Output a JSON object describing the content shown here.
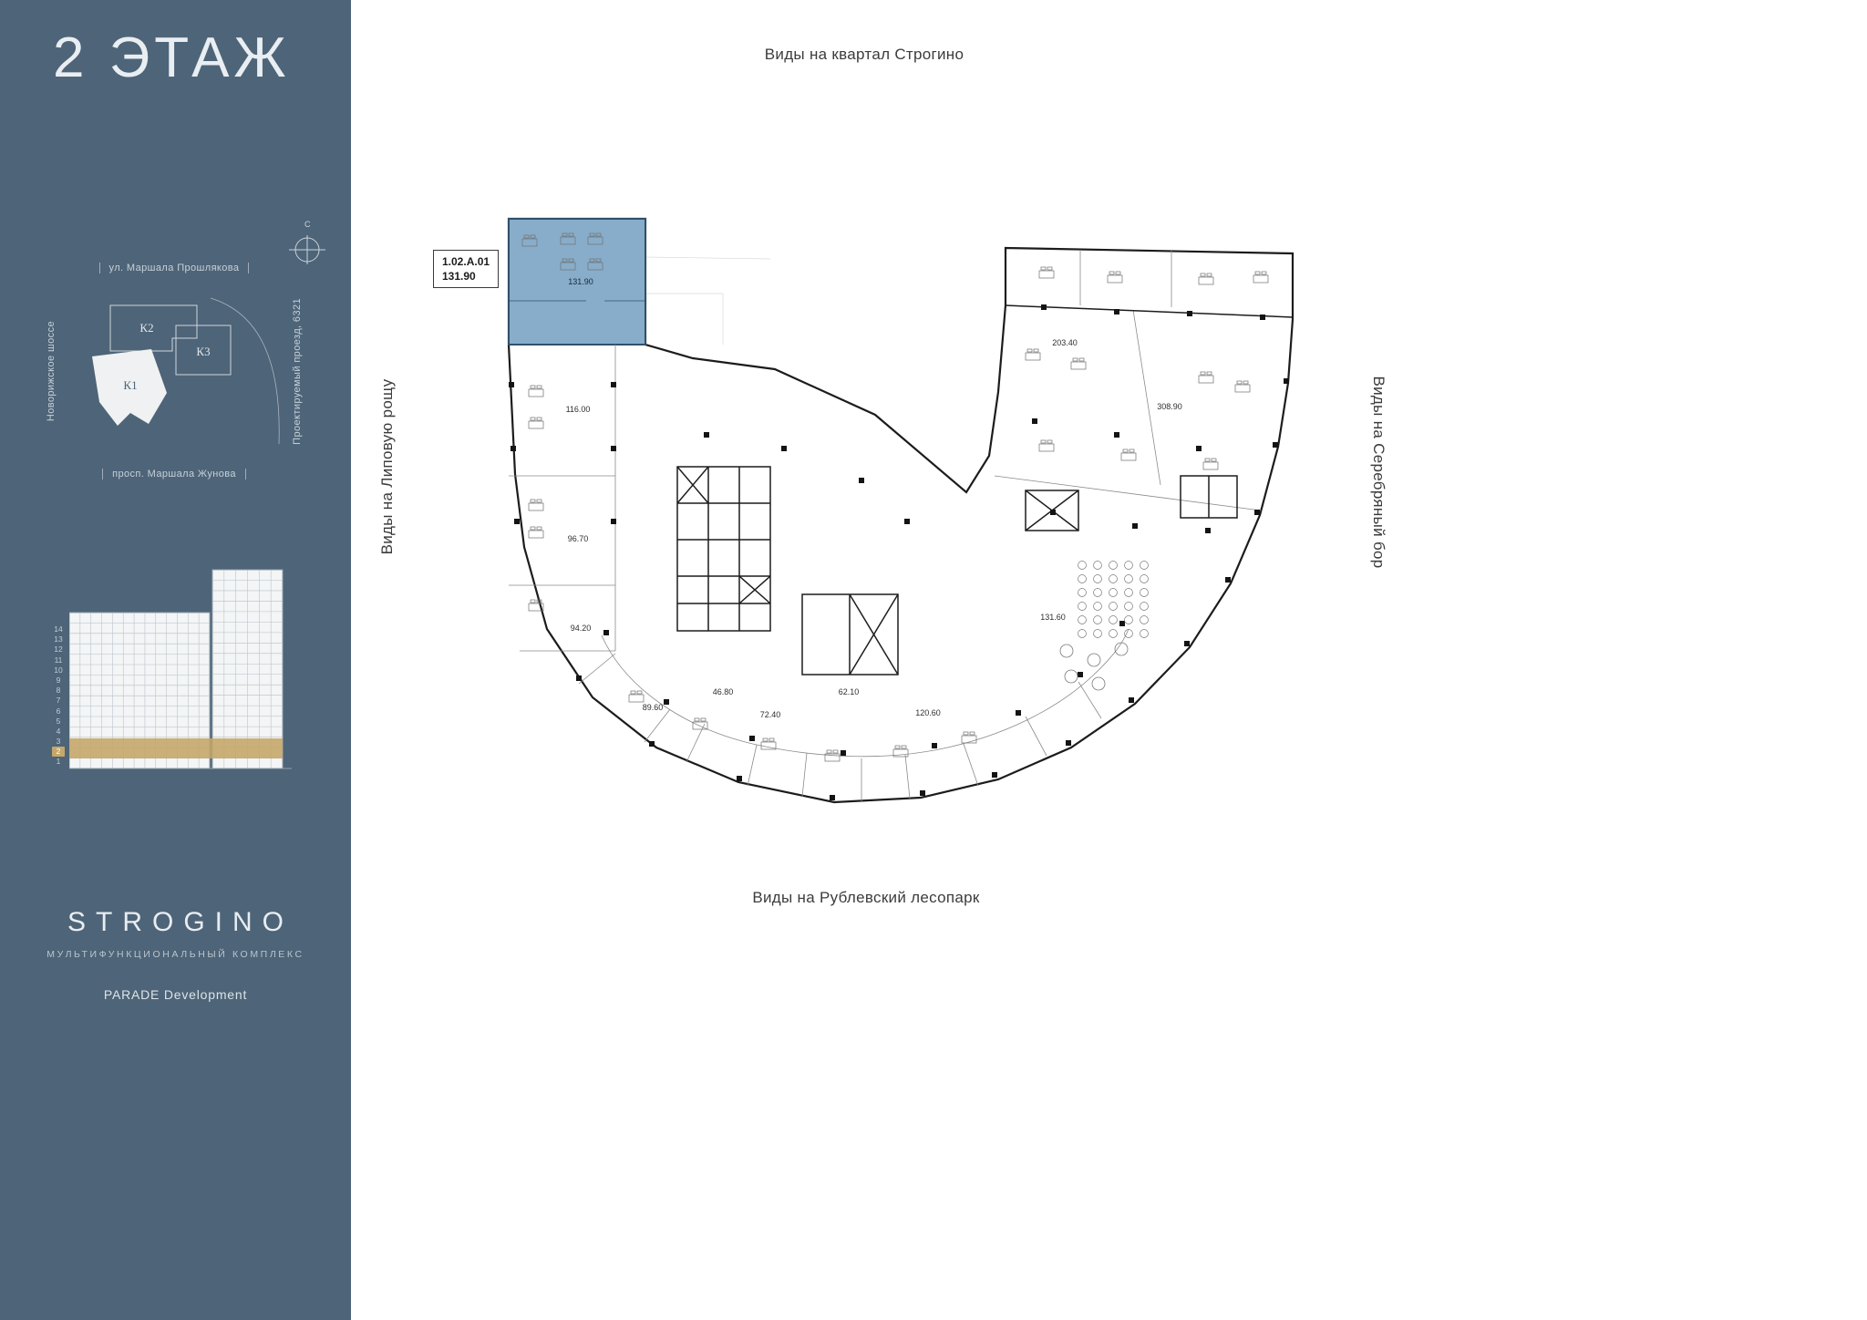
{
  "sidebar": {
    "floor_title": "2 ЭТАЖ",
    "compass_label": "С",
    "site_map": {
      "street_top": "ул. Маршала Прошлякова",
      "street_left": "Новорижское шоссе",
      "street_right": "Проектируемый проезд, 6321",
      "street_bottom": "просп. Маршала Жунова",
      "k1": "К1",
      "k2": "К2",
      "k3": "К3"
    },
    "elevation": {
      "floors": [
        "14",
        "13",
        "12",
        "11",
        "10",
        "9",
        "8",
        "7",
        "6",
        "5",
        "4",
        "3",
        "2",
        "1"
      ],
      "highlighted_floor": "2",
      "highlight_color": "#c4a566"
    },
    "brand": {
      "name": "STROGINO",
      "subtitle": "МУЛЬТИФУНКЦИОНАЛЬНЫЙ КОМПЛЕКС",
      "developer": "PARADE Development"
    },
    "background_color": "#4e6478"
  },
  "main": {
    "view_labels": {
      "top": "Виды на квартал Строгино",
      "left": "Виды на Липовую рощу",
      "right": "Виды на Серебряный бор",
      "bottom": "Виды на Рублевский лесопарк"
    },
    "callout": {
      "unit_id": "1.02.A.01",
      "area": "131.90"
    },
    "plan": {
      "highlight_color": "#7ea6c6",
      "area_labels": [
        {
          "room": "highlighted-unit",
          "value": "131.90"
        },
        {
          "value": "116.00"
        },
        {
          "value": "96.70"
        },
        {
          "value": "94.20"
        },
        {
          "value": "89.60"
        },
        {
          "value": "46.80"
        },
        {
          "value": "72.40"
        },
        {
          "value": "62.10"
        },
        {
          "value": "120.60"
        },
        {
          "value": "131.60"
        },
        {
          "value": "203.40"
        },
        {
          "value": "308.90"
        }
      ]
    }
  }
}
